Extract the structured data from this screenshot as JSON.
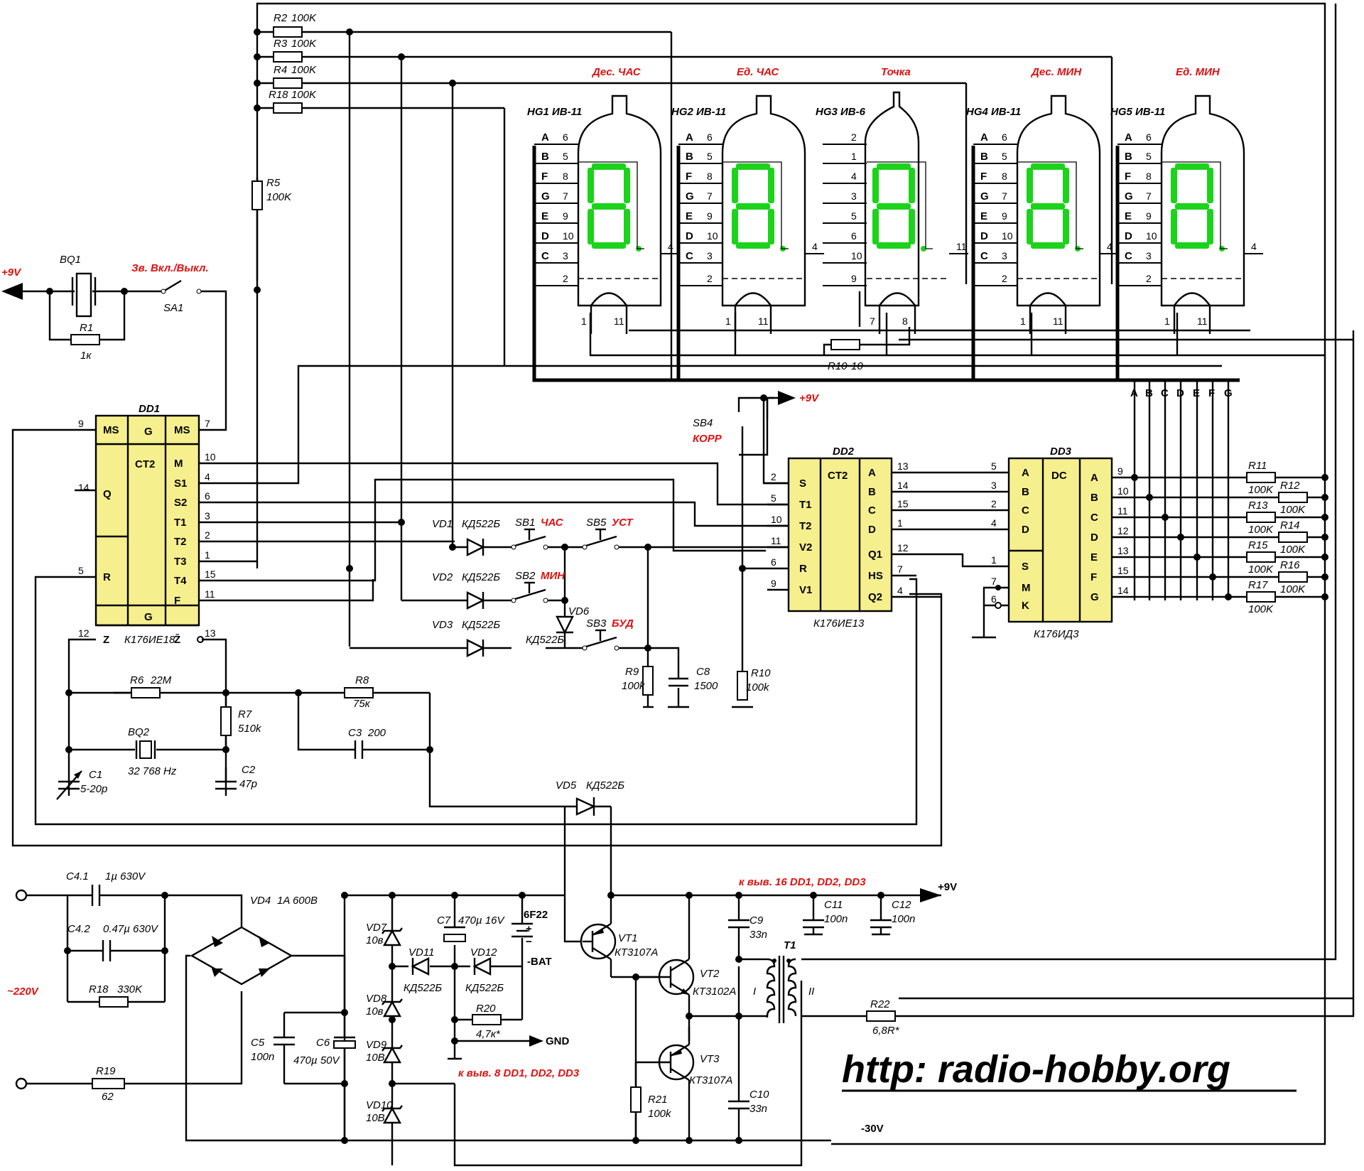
{
  "tubes": [
    {
      "id": "HG1",
      "model": "ИВ-11",
      "title": "Дес. ЧАС",
      "pins": [
        [
          "A",
          "6"
        ],
        [
          "B",
          "5"
        ],
        [
          "F",
          "8"
        ],
        [
          "G",
          "7"
        ],
        [
          "E",
          "9"
        ],
        [
          "D",
          "10"
        ],
        [
          "C",
          "3"
        ],
        [
          "",
          "2"
        ]
      ]
    },
    {
      "id": "HG2",
      "model": "ИВ-11",
      "title": "Ед. ЧАС",
      "pins": [
        [
          "A",
          "6"
        ],
        [
          "B",
          "5"
        ],
        [
          "F",
          "8"
        ],
        [
          "G",
          "7"
        ],
        [
          "E",
          "9"
        ],
        [
          "D",
          "10"
        ],
        [
          "C",
          "3"
        ],
        [
          "",
          "2"
        ]
      ]
    },
    {
      "id": "HG3",
      "model": "ИВ-6",
      "title": "Точка",
      "pins": [
        [
          "",
          "2"
        ],
        [
          "",
          "1"
        ],
        [
          "",
          "4"
        ],
        [
          "",
          "3"
        ],
        [
          "",
          "5"
        ],
        [
          "",
          "6"
        ],
        [
          "",
          "10"
        ],
        [
          "",
          "9"
        ]
      ]
    },
    {
      "id": "HG4",
      "model": "ИВ-11",
      "title": "Дес. МИН",
      "pins": [
        [
          "A",
          "6"
        ],
        [
          "B",
          "5"
        ],
        [
          "F",
          "8"
        ],
        [
          "G",
          "7"
        ],
        [
          "E",
          "9"
        ],
        [
          "D",
          "10"
        ],
        [
          "C",
          "3"
        ],
        [
          "",
          "2"
        ]
      ]
    },
    {
      "id": "HG5",
      "model": "ИВ-11",
      "title": "Ед. МИН",
      "pins": [
        [
          "A",
          "6"
        ],
        [
          "B",
          "5"
        ],
        [
          "F",
          "8"
        ],
        [
          "G",
          "7"
        ],
        [
          "E",
          "9"
        ],
        [
          "D",
          "10"
        ],
        [
          "C",
          "3"
        ],
        [
          "",
          "2"
        ]
      ]
    }
  ],
  "chips": {
    "dd1": {
      "name": "DD1",
      "type": "CT2",
      "model": "К176ИЕ18",
      "left_pins": [
        [
          "9",
          "MS"
        ],
        [
          "14",
          "Q"
        ],
        [
          "5",
          "R"
        ],
        [
          "12",
          "Z"
        ]
      ],
      "right_pins": [
        [
          "7",
          "MS"
        ],
        [
          "10",
          "M"
        ],
        [
          "4",
          "S1"
        ],
        [
          "6",
          "S2"
        ],
        [
          "3",
          "T1"
        ],
        [
          "2",
          "T2"
        ],
        [
          "1",
          "T3"
        ],
        [
          "15",
          "T4"
        ],
        [
          "11",
          "F"
        ],
        [
          "13",
          "Z̄"
        ]
      ],
      "labels": [
        "G",
        "G"
      ]
    },
    "dd2": {
      "name": "DD2",
      "type": "CT2",
      "model": "К176ИЕ13",
      "left_pins": [
        [
          "2",
          "S"
        ],
        [
          "5",
          "T1"
        ],
        [
          "10",
          "T2"
        ],
        [
          "11",
          "V2"
        ],
        [
          "6",
          "R"
        ],
        [
          "9",
          "V1"
        ]
      ],
      "right_pins": [
        [
          "13",
          "A"
        ],
        [
          "14",
          "B"
        ],
        [
          "15",
          "C"
        ],
        [
          "1",
          "D"
        ],
        [
          "12",
          "Q1"
        ],
        [
          "7",
          "HS"
        ],
        [
          "4",
          "Q2"
        ]
      ]
    },
    "dd3": {
      "name": "DD3",
      "type": "DC",
      "model": "К176ИД3",
      "left_pins": [
        [
          "5",
          "A"
        ],
        [
          "3",
          "B"
        ],
        [
          "2",
          "C"
        ],
        [
          "4",
          "D"
        ],
        [
          "1",
          "S"
        ],
        [
          "7",
          "M"
        ],
        [
          "6",
          "K"
        ]
      ],
      "right_pins": [
        [
          "9",
          "A"
        ],
        [
          "10",
          "B"
        ],
        [
          "11",
          "C"
        ],
        [
          "12",
          "D"
        ],
        [
          "13",
          "E"
        ],
        [
          "15",
          "F"
        ],
        [
          "14",
          "G"
        ]
      ]
    }
  },
  "bus_letters": [
    "A",
    "B",
    "C",
    "D",
    "E",
    "F",
    "G"
  ],
  "resistors": {
    "r2": "R2",
    "r2v": "100K",
    "r3": "R3",
    "r3v": "100K",
    "r4": "R4",
    "r4v": "100K",
    "r18a": "R18",
    "r18av": "100K",
    "r5": "R5",
    "r5v": "100K",
    "r1": "R1",
    "r1v": "1к",
    "r6": "R6",
    "r6v": "22M",
    "r7": "R7",
    "r7v": "510k",
    "r8": "R8",
    "r8v": "75к",
    "r9": "R9",
    "r9v": "100k",
    "r10": "R10",
    "r10v": "100k",
    "r10b": "R10",
    "r10bv": "10",
    "r11": "R11",
    "r11v": "100K",
    "r12": "R12",
    "r12v": "100K",
    "r13": "R13",
    "r13v": "100K",
    "r14": "R14",
    "r14v": "100K",
    "r15": "R15",
    "r15v": "100K",
    "r16": "R16",
    "r16v": "100K",
    "r17": "R17",
    "r17v": "100K",
    "r18b": "R18",
    "r18bv": "330K",
    "r19": "R19",
    "r19v": "62",
    "r20": "R20",
    "r20v": "4,7к*",
    "r21": "R21",
    "r21v": "100k",
    "r22": "R22",
    "r22v": "6,8R*"
  },
  "caps": {
    "c1": "C1",
    "c1v": "5-20р",
    "c2": "C2",
    "c2v": "47р",
    "c3": "C3",
    "c3v": "200",
    "c8": "C8",
    "c8v": "1500",
    "c41": "C4.1",
    "c41v": "1µ 630V",
    "c42": "C4.2",
    "c42v": "0.47µ 630V",
    "c5": "C5",
    "c5v": "100n",
    "c6": "C6",
    "c6v": "470µ 50V",
    "c7": "C7",
    "c7v": "470µ 16V",
    "c9": "C9",
    "c9v": "33n",
    "c10": "C10",
    "c10v": "33n",
    "c11": "C11",
    "c11v": "100n",
    "c12": "C12",
    "c12v": "100n"
  },
  "diodes": {
    "vd1": "VD1",
    "vd1m": "КД522Б",
    "vd2": "VD2",
    "vd2m": "КД522Б",
    "vd3": "VD3",
    "vd3m": "КД522Б",
    "vd5": "VD5",
    "vd5m": "КД522Б",
    "vd6": "VD6",
    "vd6m": "КД522Б",
    "vd4": "VD4",
    "vd4m": "1A 600B",
    "vd7": "VD7",
    "vd7v": "10в",
    "vd8": "VD8",
    "vd8v": "10в",
    "vd9": "VD9",
    "vd9v": "10В",
    "vd10": "VD10",
    "vd10v": "10В",
    "vd11": "VD11",
    "vd11m": "КД522Б",
    "vd12": "VD12",
    "vd12m": "КД522Б"
  },
  "switches": {
    "sb1": "SB1",
    "sb1l": "ЧАС",
    "sb2": "SB2",
    "sb2l": "МИН",
    "sb3": "SB3",
    "sb3l": "БУД",
    "sb4": "SB4",
    "sb4l": "КОРР",
    "sb5": "SB5",
    "sb5l": "УСТ",
    "sa1": "SA1",
    "sa1l": "Зв. Вкл./Выкл."
  },
  "transistors": {
    "vt1": "VT1",
    "vt1m": "КТ3107А",
    "vt2": "VT2",
    "vt2m": "КТ3102А",
    "vt3": "VT3",
    "vt3m": "КТ3107А"
  },
  "misc": {
    "bq1": "BQ1",
    "bq2": "BQ2",
    "bq2v": "32 768 Hz",
    "t1": "T1",
    "w1": "I",
    "w2": "II",
    "bat": "6F22",
    "batneg": "-BAT",
    "plus": "+",
    "minus": "−"
  },
  "power": {
    "v9_left": "+9V",
    "v9_sb4": "+9V",
    "v9_main": "+9V",
    "gnd": "GND",
    "v30": "-30V",
    "mains": "~220V",
    "note16": "к выв. 16 DD1, DD2, DD3",
    "note8": "к выв. 8 DD1, DD2, DD3"
  },
  "pins_misc": {
    "p4": "4",
    "p1": "1",
    "p11": "11",
    "p7": "7",
    "p8": "8"
  },
  "footer": {
    "url": "http: radio-hobby.org"
  }
}
